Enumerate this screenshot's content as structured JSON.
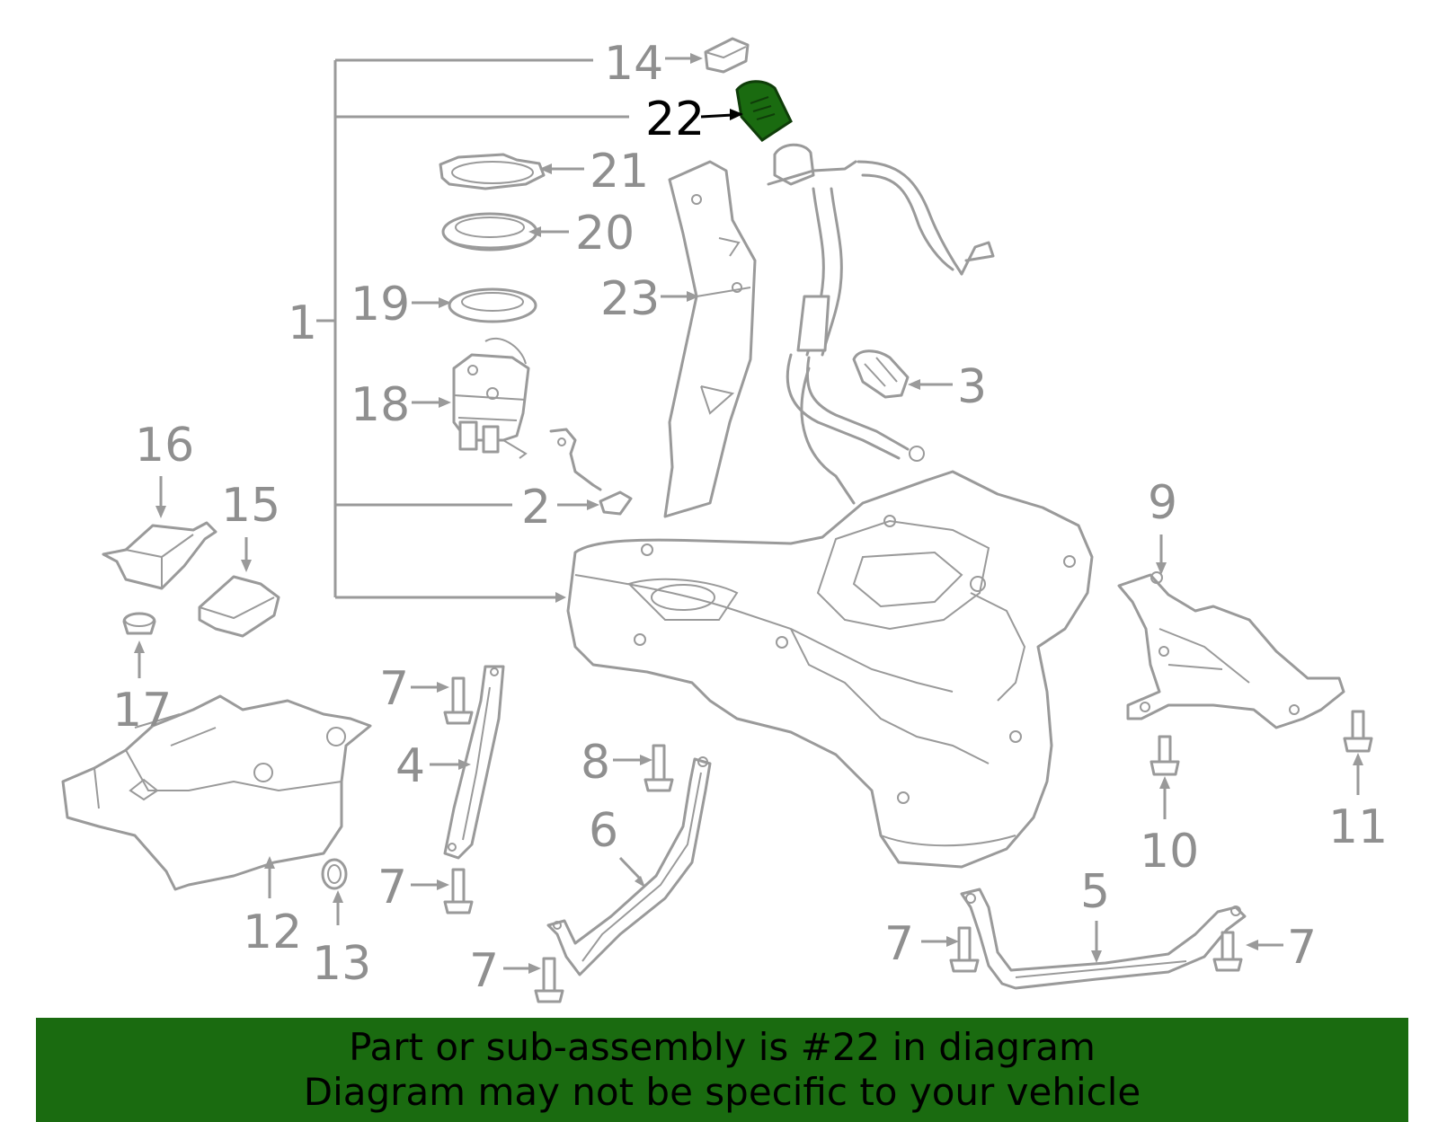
{
  "highlight_color": "#1a6b10",
  "part_color": "#9a9a9a",
  "labels": {
    "p1": "1",
    "p2": "2",
    "p3": "3",
    "p4": "4",
    "p5": "5",
    "p6": "6",
    "p7a": "7",
    "p7b": "7",
    "p7c": "7",
    "p7d": "7",
    "p7e": "7",
    "p8": "8",
    "p9": "9",
    "p10": "10",
    "p11": "11",
    "p12": "12",
    "p13": "13",
    "p14": "14",
    "p15": "15",
    "p16": "16",
    "p17": "17",
    "p18": "18",
    "p19": "19",
    "p20": "20",
    "p21": "21",
    "p22": "22",
    "p23": "23"
  },
  "banner": {
    "line1": "Part or sub-assembly is #22 in diagram",
    "line2": "Diagram may not be specific to your vehicle"
  }
}
